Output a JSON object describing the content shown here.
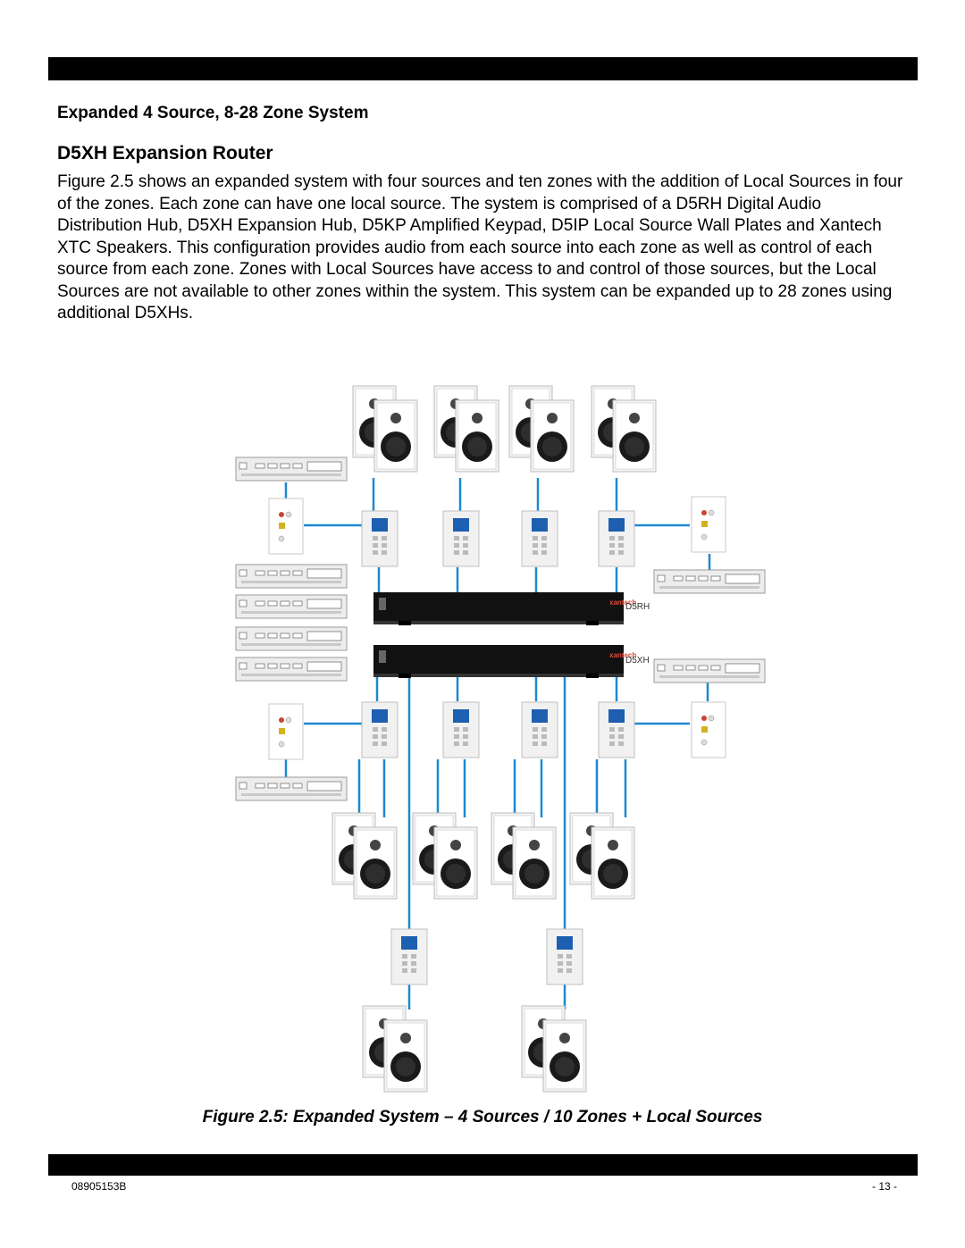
{
  "header": {
    "section_title": "Expanded 4 Source, 8-28 Zone System",
    "subsection_title": "D5XH Expansion Router"
  },
  "body": {
    "paragraph": "Figure 2.5 shows an expanded system with four sources and ten zones with the addition of Local Sources in four of the zones. Each zone can have one local source. The system is comprised of a D5RH Digital Audio Distribution Hub, D5XH Expansion Hub, D5KP Amplified Keypad, D5IP Local Source Wall Plates and Xantech XTC Speakers. This configuration provides audio from each source into each zone as well as control of each source from each zone. Zones with Local Sources have access to and control of those sources, but the Local Sources are not available to other zones within the system. This system can be expanded up to 28 zones using additional D5XHs."
  },
  "figure": {
    "caption": "Figure 2.5: Expanded System – 4 Sources / 10 Zones + Local Sources",
    "labels": {
      "hub": "D5RH",
      "expansion": "D5XH",
      "brand": "xantech"
    },
    "colors": {
      "wire": "#1e88d0",
      "hub_body": "#111111",
      "speaker_frame": "#f2f2f2",
      "keypad_screen": "#1d5fb0"
    }
  },
  "footer": {
    "doc_number": "08905153B",
    "page_number": "- 13 -"
  }
}
